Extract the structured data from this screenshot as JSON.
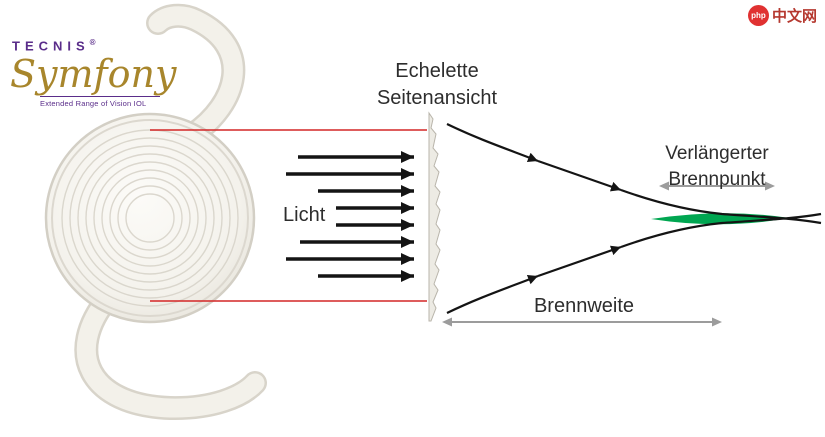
{
  "branding": {
    "name": "TECNIS",
    "reg": "®",
    "product": "Symfony",
    "tagline": "Extended Range of Vision IOL"
  },
  "watermark": {
    "badge": "php",
    "site": "中文网"
  },
  "labels": {
    "echelette_line1": "Echelette",
    "echelette_line2": "Seitenansicht",
    "light": "Licht",
    "focal_line1": "Verlängerter",
    "focal_line2": "Brennpunkt",
    "focal_length": "Brennweite"
  },
  "colors": {
    "focal_green": "#00A651",
    "guide_red": "#D42626",
    "ray_black": "#141414",
    "measure_gray": "#9C9C9C",
    "brand_purple": "#5A2D8A",
    "brand_gold": "#A8862C"
  }
}
